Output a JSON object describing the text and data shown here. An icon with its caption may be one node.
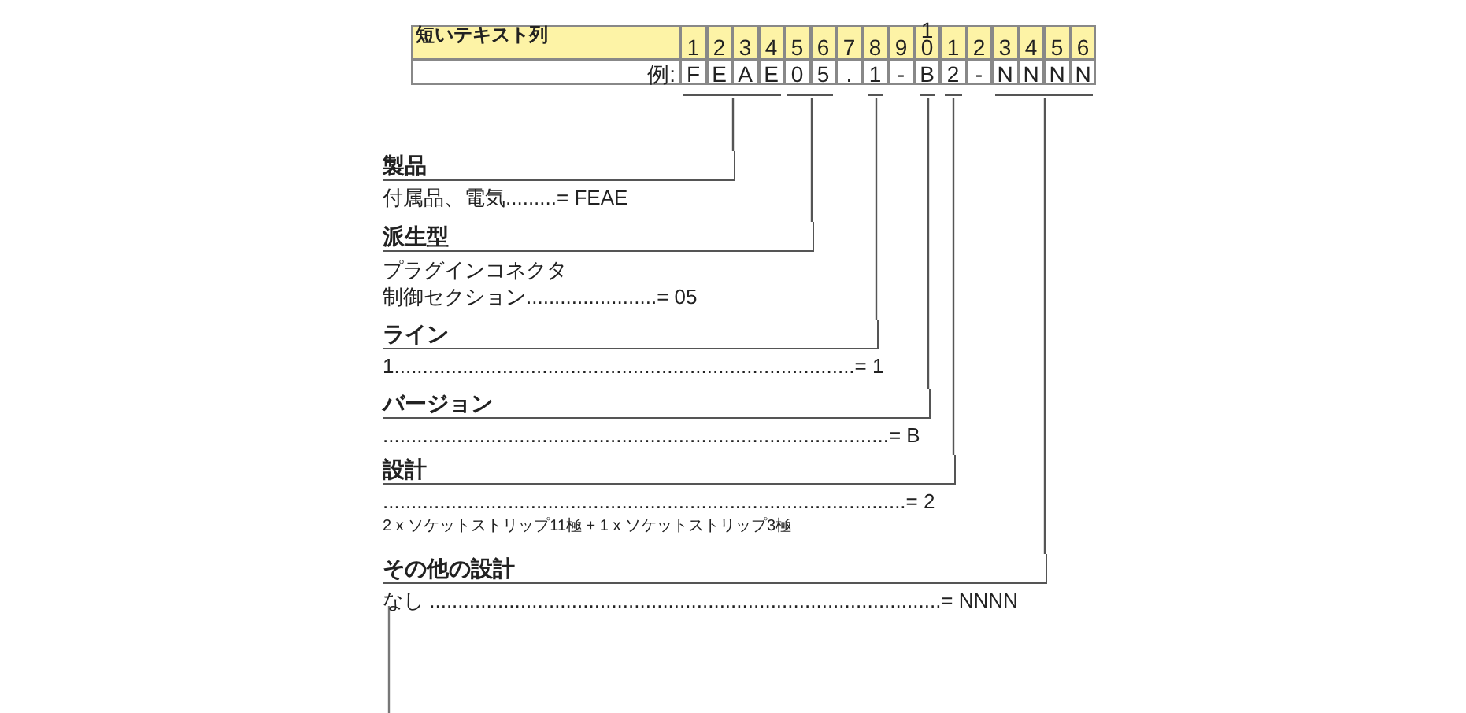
{
  "diagram": {
    "nodes": [
      {
        "text": [],
        "shape": "bracket"
      },
      {
        "text": [],
        "shape": "bracket"
      },
      {
        "text": [],
        "shape": "bracket"
      },
      {
        "text": [],
        "shape": "bracket"
      },
      {
        "text": [],
        "shape": "bracket"
      },
      {
        "text": [],
        "shape": "bracket"
      },
      {
        "text": [
          "製品",
          "付属品、電気.........= FEAE"
        ]
      },
      {
        "text": [
          "派生型",
          "プラグインコネクタ制御セクション.......................= 05"
        ]
      },
      {
        "text": [
          "ライン",
          "1.................................................................................= 1"
        ]
      },
      {
        "text": [
          "バージョン",
          ".........................................................................................= B"
        ]
      },
      {
        "text": [
          "設計",
          "............................................................................................= 2",
          "2 x ソケットストリップ11極 + 1 x ソケットストリップ3極"
        ]
      },
      {
        "text": [
          "その他の設計",
          "なし ..........................................................................................=  NNNN"
        ]
      }
    ],
    "edges": [
      {
        "from": 6,
        "to": 0,
        "arrow": "none"
      },
      {
        "from": 7,
        "to": 1,
        "arrow": "none"
      },
      {
        "from": 8,
        "to": 2,
        "arrow": "none"
      },
      {
        "from": 9,
        "to": 3,
        "arrow": "none"
      },
      {
        "from": 10,
        "to": 4,
        "arrow": "none"
      },
      {
        "from": 11,
        "to": 5,
        "arrow": "none"
      }
    ],
    "labels": [
      "短いテキスト列",
      "1",
      "2",
      "3",
      "4",
      "5",
      "6",
      "7",
      "8",
      "9",
      "10",
      "1",
      "2",
      "3",
      "4",
      "5",
      "6",
      "例:",
      "F",
      "E",
      "A",
      "E",
      "0",
      "5",
      ".",
      "1",
      "-",
      "B",
      "2",
      "-",
      "N",
      "N",
      "N",
      "N"
    ]
  }
}
